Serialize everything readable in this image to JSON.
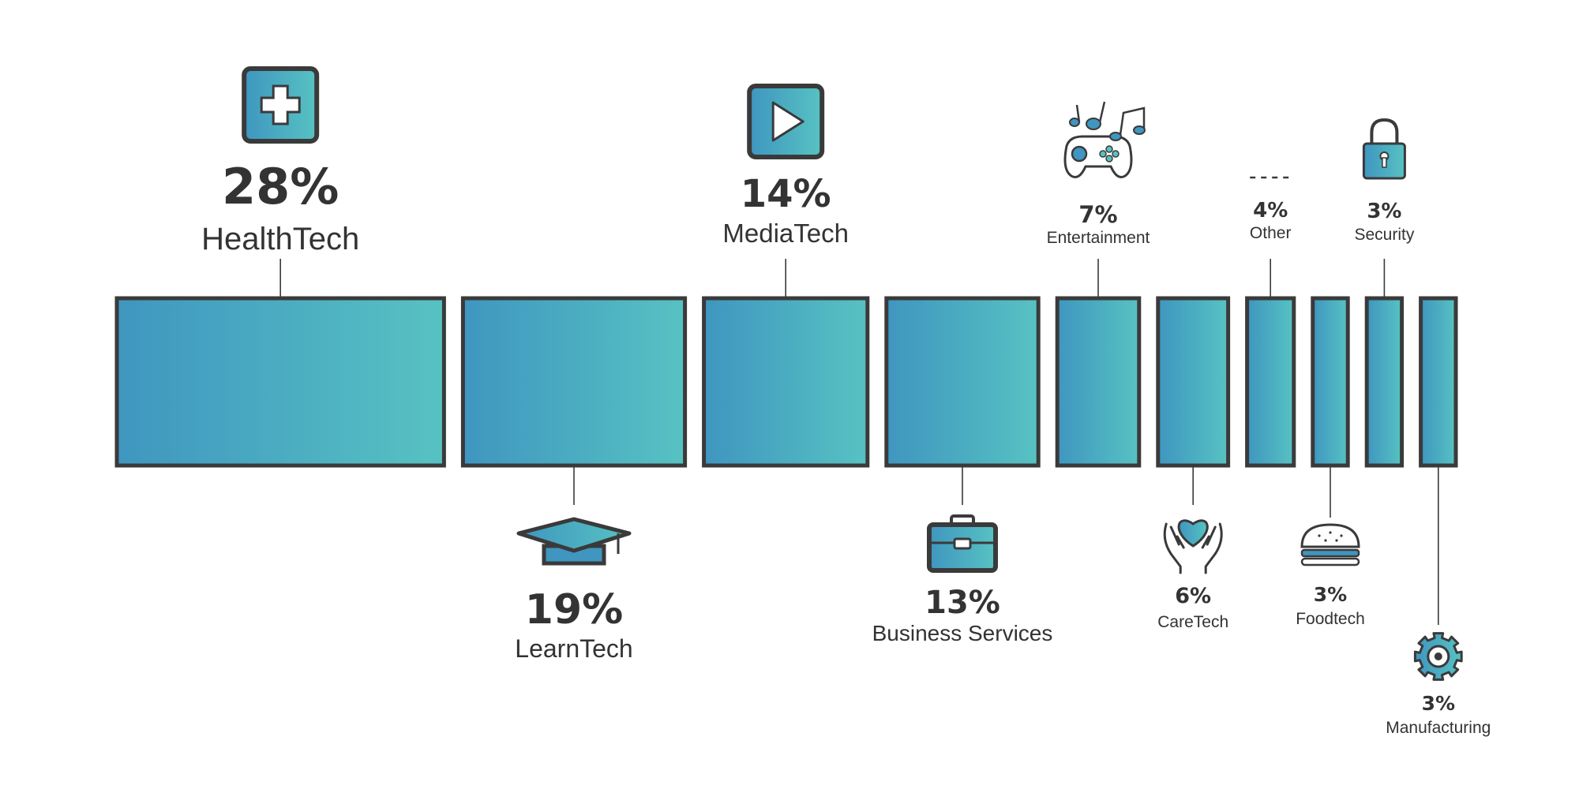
{
  "chart_data": {
    "type": "bar",
    "categories": [
      "HealthTech",
      "LearnTech",
      "MediaTech",
      "Business Services",
      "Entertainment",
      "CareTech",
      "Other",
      "Foodtech",
      "Security",
      "Manufacturing"
    ],
    "values": [
      28,
      19,
      14,
      13,
      7,
      6,
      4,
      3,
      3,
      3
    ],
    "value_labels": [
      "28%",
      "19%",
      "14%",
      "13%",
      "7%",
      "6%",
      "4%",
      "3%",
      "3%",
      "3%"
    ],
    "label_position": [
      "above",
      "below",
      "above",
      "below",
      "above",
      "below",
      "above",
      "below",
      "above",
      "below"
    ],
    "icons": [
      "medical-cross-icon",
      "graduation-cap-icon",
      "play-icon",
      "briefcase-icon",
      "gamepad-music-icon",
      "heart-hands-icon",
      "dashes-icon",
      "burger-icon",
      "padlock-icon",
      "gear-icon"
    ],
    "unit": "%",
    "colors": {
      "gradient_start": "#3f96c0",
      "gradient_end": "#57c2c2",
      "outline": "#3a3a3a",
      "text": "#333333"
    }
  }
}
